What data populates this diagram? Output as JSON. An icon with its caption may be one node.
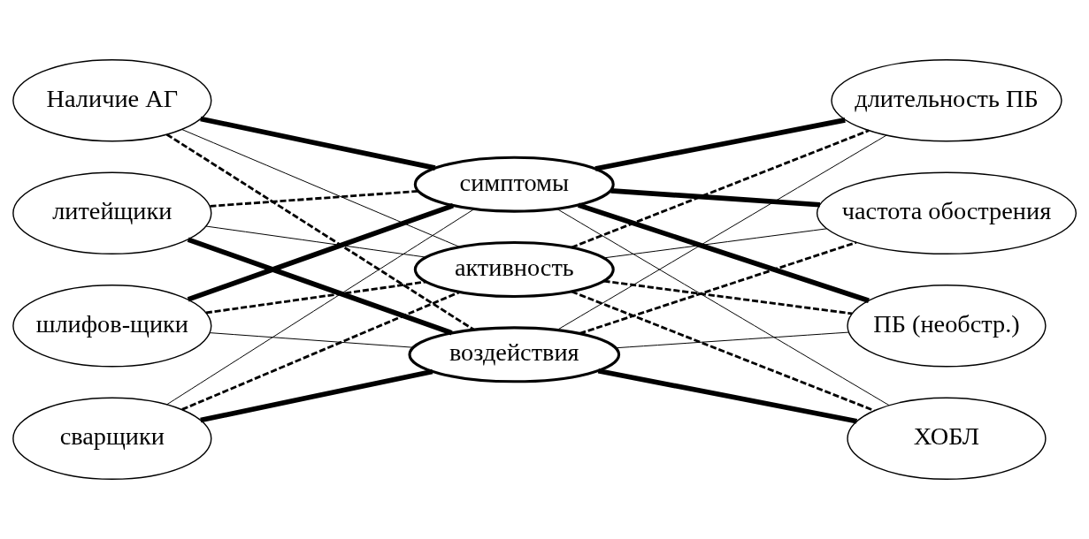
{
  "diagram": {
    "nodes": [
      {
        "text": [
          "Наличие АГ"
        ]
      },
      {
        "text": [
          "литейщики"
        ]
      },
      {
        "text": [
          "шлифов-щики"
        ]
      },
      {
        "text": [
          "сварщики"
        ]
      },
      {
        "text": [
          "симптомы"
        ]
      },
      {
        "text": [
          "активность"
        ]
      },
      {
        "text": [
          "воздействия"
        ]
      },
      {
        "text": [
          "длительность ПБ"
        ]
      },
      {
        "text": [
          "частота обострения"
        ]
      },
      {
        "text": [
          "ПБ (необстр.)"
        ]
      },
      {
        "text": [
          "ХОБЛ"
        ]
      }
    ],
    "edges": [
      {
        "from": 0,
        "to": 4,
        "arrow": "none",
        "style": "thick"
      },
      {
        "from": 0,
        "to": 5,
        "arrow": "none"
      },
      {
        "from": 0,
        "to": 6,
        "arrow": "none",
        "style": "dashed"
      },
      {
        "from": 1,
        "to": 4,
        "arrow": "none",
        "style": "dashed"
      },
      {
        "from": 1,
        "to": 5,
        "arrow": "none"
      },
      {
        "from": 1,
        "to": 6,
        "arrow": "none",
        "style": "thick"
      },
      {
        "from": 2,
        "to": 4,
        "arrow": "none",
        "style": "thick"
      },
      {
        "from": 2,
        "to": 5,
        "arrow": "none",
        "style": "dashed"
      },
      {
        "from": 2,
        "to": 6,
        "arrow": "none"
      },
      {
        "from": 3,
        "to": 4,
        "arrow": "none"
      },
      {
        "from": 3,
        "to": 5,
        "arrow": "none",
        "style": "dashed"
      },
      {
        "from": 3,
        "to": 6,
        "arrow": "none",
        "style": "thick"
      },
      {
        "from": 4,
        "to": 7,
        "arrow": "none",
        "style": "thick"
      },
      {
        "from": 4,
        "to": 8,
        "arrow": "none",
        "style": "thick"
      },
      {
        "from": 4,
        "to": 9,
        "arrow": "none",
        "style": "thick"
      },
      {
        "from": 4,
        "to": 10,
        "arrow": "none"
      },
      {
        "from": 5,
        "to": 7,
        "arrow": "none",
        "style": "dashed"
      },
      {
        "from": 5,
        "to": 8,
        "arrow": "none"
      },
      {
        "from": 5,
        "to": 9,
        "arrow": "none",
        "style": "dashed"
      },
      {
        "from": 5,
        "to": 10,
        "arrow": "none",
        "style": "dashed"
      },
      {
        "from": 6,
        "to": 7,
        "arrow": "none"
      },
      {
        "from": 6,
        "to": 8,
        "arrow": "none",
        "style": "dashed"
      },
      {
        "from": 6,
        "to": 9,
        "arrow": "none"
      },
      {
        "from": 6,
        "to": 10,
        "arrow": "none",
        "style": "thick"
      }
    ]
  }
}
